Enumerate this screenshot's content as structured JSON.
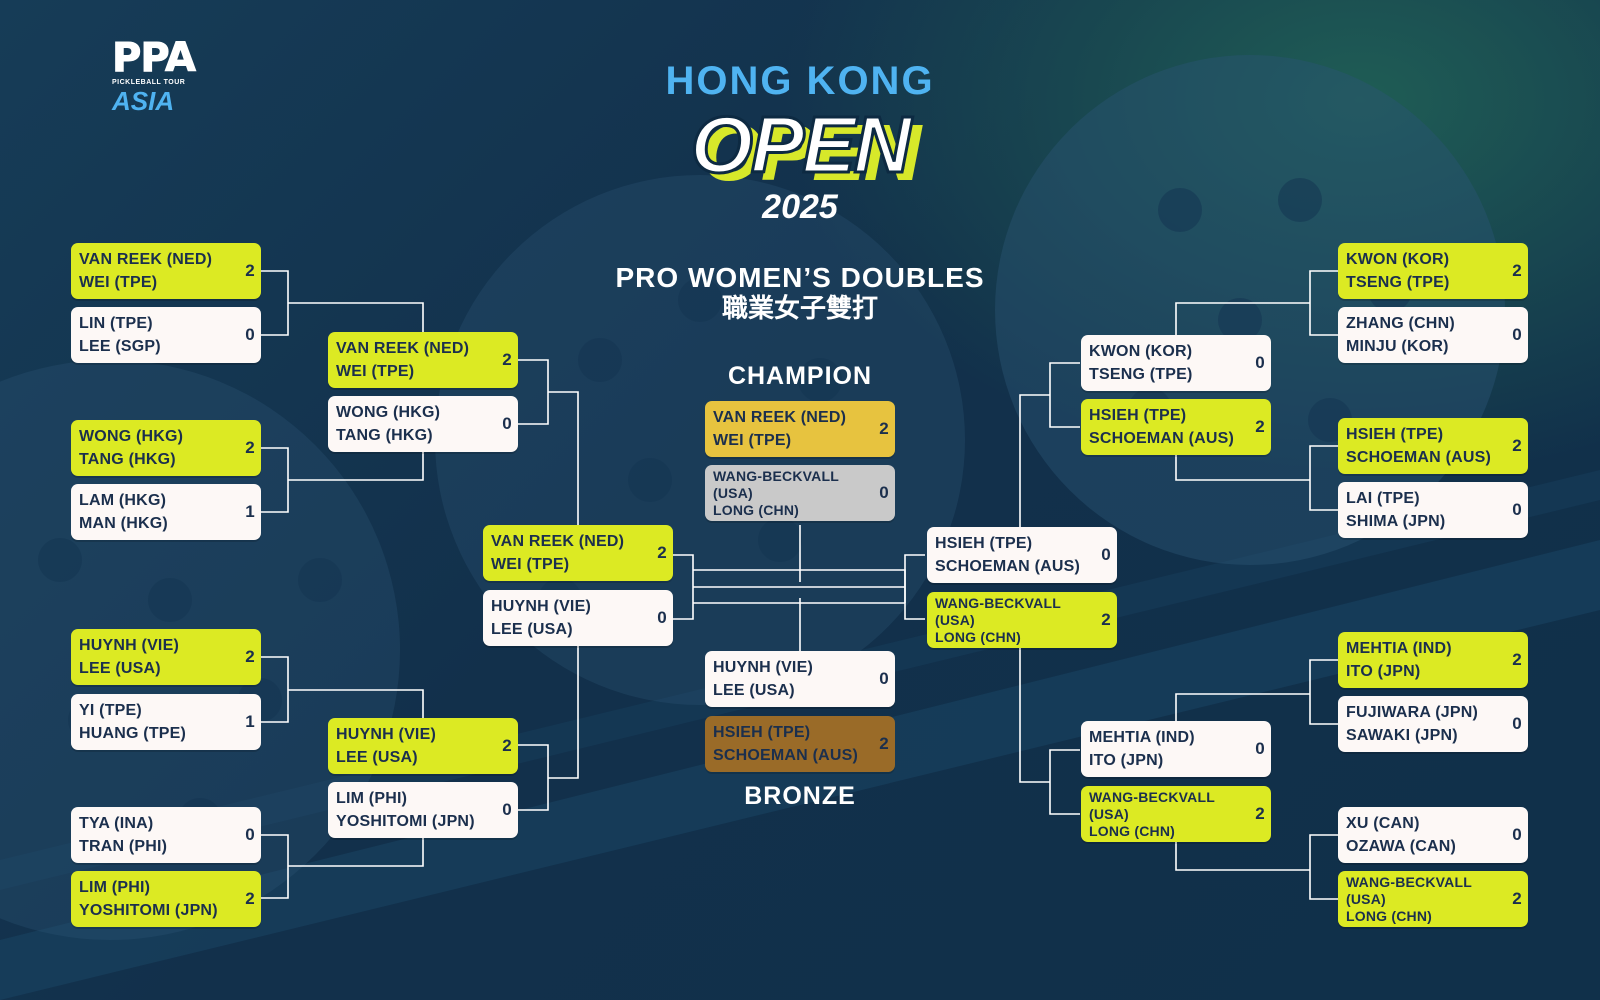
{
  "logo": {
    "brand": "PPA",
    "tagline": "PICKLEBALL TOUR",
    "region": "ASIA"
  },
  "title": {
    "city": "HONG KONG",
    "name": "OPEN",
    "year": "2025"
  },
  "event": {
    "name_en": "PRO WOMEN’S DOUBLES",
    "name_zh": "職業女子雙打"
  },
  "labels": {
    "champion": "CHAMPION",
    "bronze": "BRONZE"
  },
  "colors": {
    "background": "#12304b",
    "winner": "#dcea23",
    "gold": "#e7c33f",
    "silver": "#c9c9c9",
    "bronze": "#9a6b28",
    "accent": "#4fb3f1"
  },
  "left": {
    "r1": [
      {
        "p1": "VAN REEK (NED)",
        "p2": "WEI (TPE)",
        "score": "2"
      },
      {
        "p1": "LIN (TPE)",
        "p2": "LEE (SGP)",
        "score": "0"
      },
      {
        "p1": "WONG (HKG)",
        "p2": "TANG (HKG)",
        "score": "2"
      },
      {
        "p1": "LAM (HKG)",
        "p2": "MAN (HKG)",
        "score": "1"
      },
      {
        "p1": "HUYNH (VIE)",
        "p2": "LEE (USA)",
        "score": "2"
      },
      {
        "p1": "YI (TPE)",
        "p2": "HUANG (TPE)",
        "score": "1"
      },
      {
        "p1": "TYA (INA)",
        "p2": "TRAN (PHI)",
        "score": "0"
      },
      {
        "p1": "LIM (PHI)",
        "p2": "YOSHITOMI (JPN)",
        "score": "2"
      }
    ],
    "qf": [
      {
        "p1": "VAN REEK (NED)",
        "p2": "WEI (TPE)",
        "score": "2"
      },
      {
        "p1": "WONG (HKG)",
        "p2": "TANG (HKG)",
        "score": "0"
      },
      {
        "p1": "HUYNH (VIE)",
        "p2": "LEE (USA)",
        "score": "2"
      },
      {
        "p1": "LIM (PHI)",
        "p2": "YOSHITOMI (JPN)",
        "score": "0"
      }
    ],
    "sf": [
      {
        "p1": "VAN REEK (NED)",
        "p2": "WEI (TPE)",
        "score": "2"
      },
      {
        "p1": "HUYNH (VIE)",
        "p2": "LEE (USA)",
        "score": "0"
      }
    ]
  },
  "right": {
    "r1": [
      {
        "p1": "KWON (KOR)",
        "p2": "TSENG (TPE)",
        "score": "2"
      },
      {
        "p1": "ZHANG (CHN)",
        "p2": "MINJU (KOR)",
        "score": "0"
      },
      {
        "p1": "HSIEH (TPE)",
        "p2": "SCHOEMAN (AUS)",
        "score": "2"
      },
      {
        "p1": "LAI (TPE)",
        "p2": "SHIMA (JPN)",
        "score": "0"
      },
      {
        "p1": "MEHTIA (IND)",
        "p2": "ITO (JPN)",
        "score": "2"
      },
      {
        "p1": "FUJIWARA (JPN)",
        "p2": "SAWAKI (JPN)",
        "score": "0"
      },
      {
        "p1": "XU (CAN)",
        "p2": "OZAWA (CAN)",
        "score": "0"
      },
      {
        "p1": "WANG-BECKVALL",
        "p1b": "(USA)",
        "p2": "LONG (CHN)",
        "score": "2"
      }
    ],
    "qf": [
      {
        "p1": "KWON (KOR)",
        "p2": "TSENG (TPE)",
        "score": "0"
      },
      {
        "p1": "HSIEH (TPE)",
        "p2": "SCHOEMAN (AUS)",
        "score": "2"
      },
      {
        "p1": "MEHTIA (IND)",
        "p2": "ITO (JPN)",
        "score": "0"
      },
      {
        "p1": "WANG-BECKVALL",
        "p1b": "(USA)",
        "p2": "LONG (CHN)",
        "score": "2"
      }
    ],
    "sf": [
      {
        "p1": "HSIEH (TPE)",
        "p2": "SCHOEMAN (AUS)",
        "score": "0"
      },
      {
        "p1": "WANG-BECKVALL",
        "p1b": "(USA)",
        "p2": "LONG (CHN)",
        "score": "2"
      }
    ]
  },
  "final": [
    {
      "p1": "VAN REEK (NED)",
      "p2": "WEI (TPE)",
      "score": "2"
    },
    {
      "p1": "WANG-BECKVALL",
      "p1b": "(USA)",
      "p2": "LONG (CHN)",
      "score": "0"
    }
  ],
  "bronze_match": [
    {
      "p1": "HUYNH (VIE)",
      "p2": "LEE (USA)",
      "score": "0"
    },
    {
      "p1": "HSIEH (TPE)",
      "p2": "SCHOEMAN (AUS)",
      "score": "2"
    }
  ]
}
